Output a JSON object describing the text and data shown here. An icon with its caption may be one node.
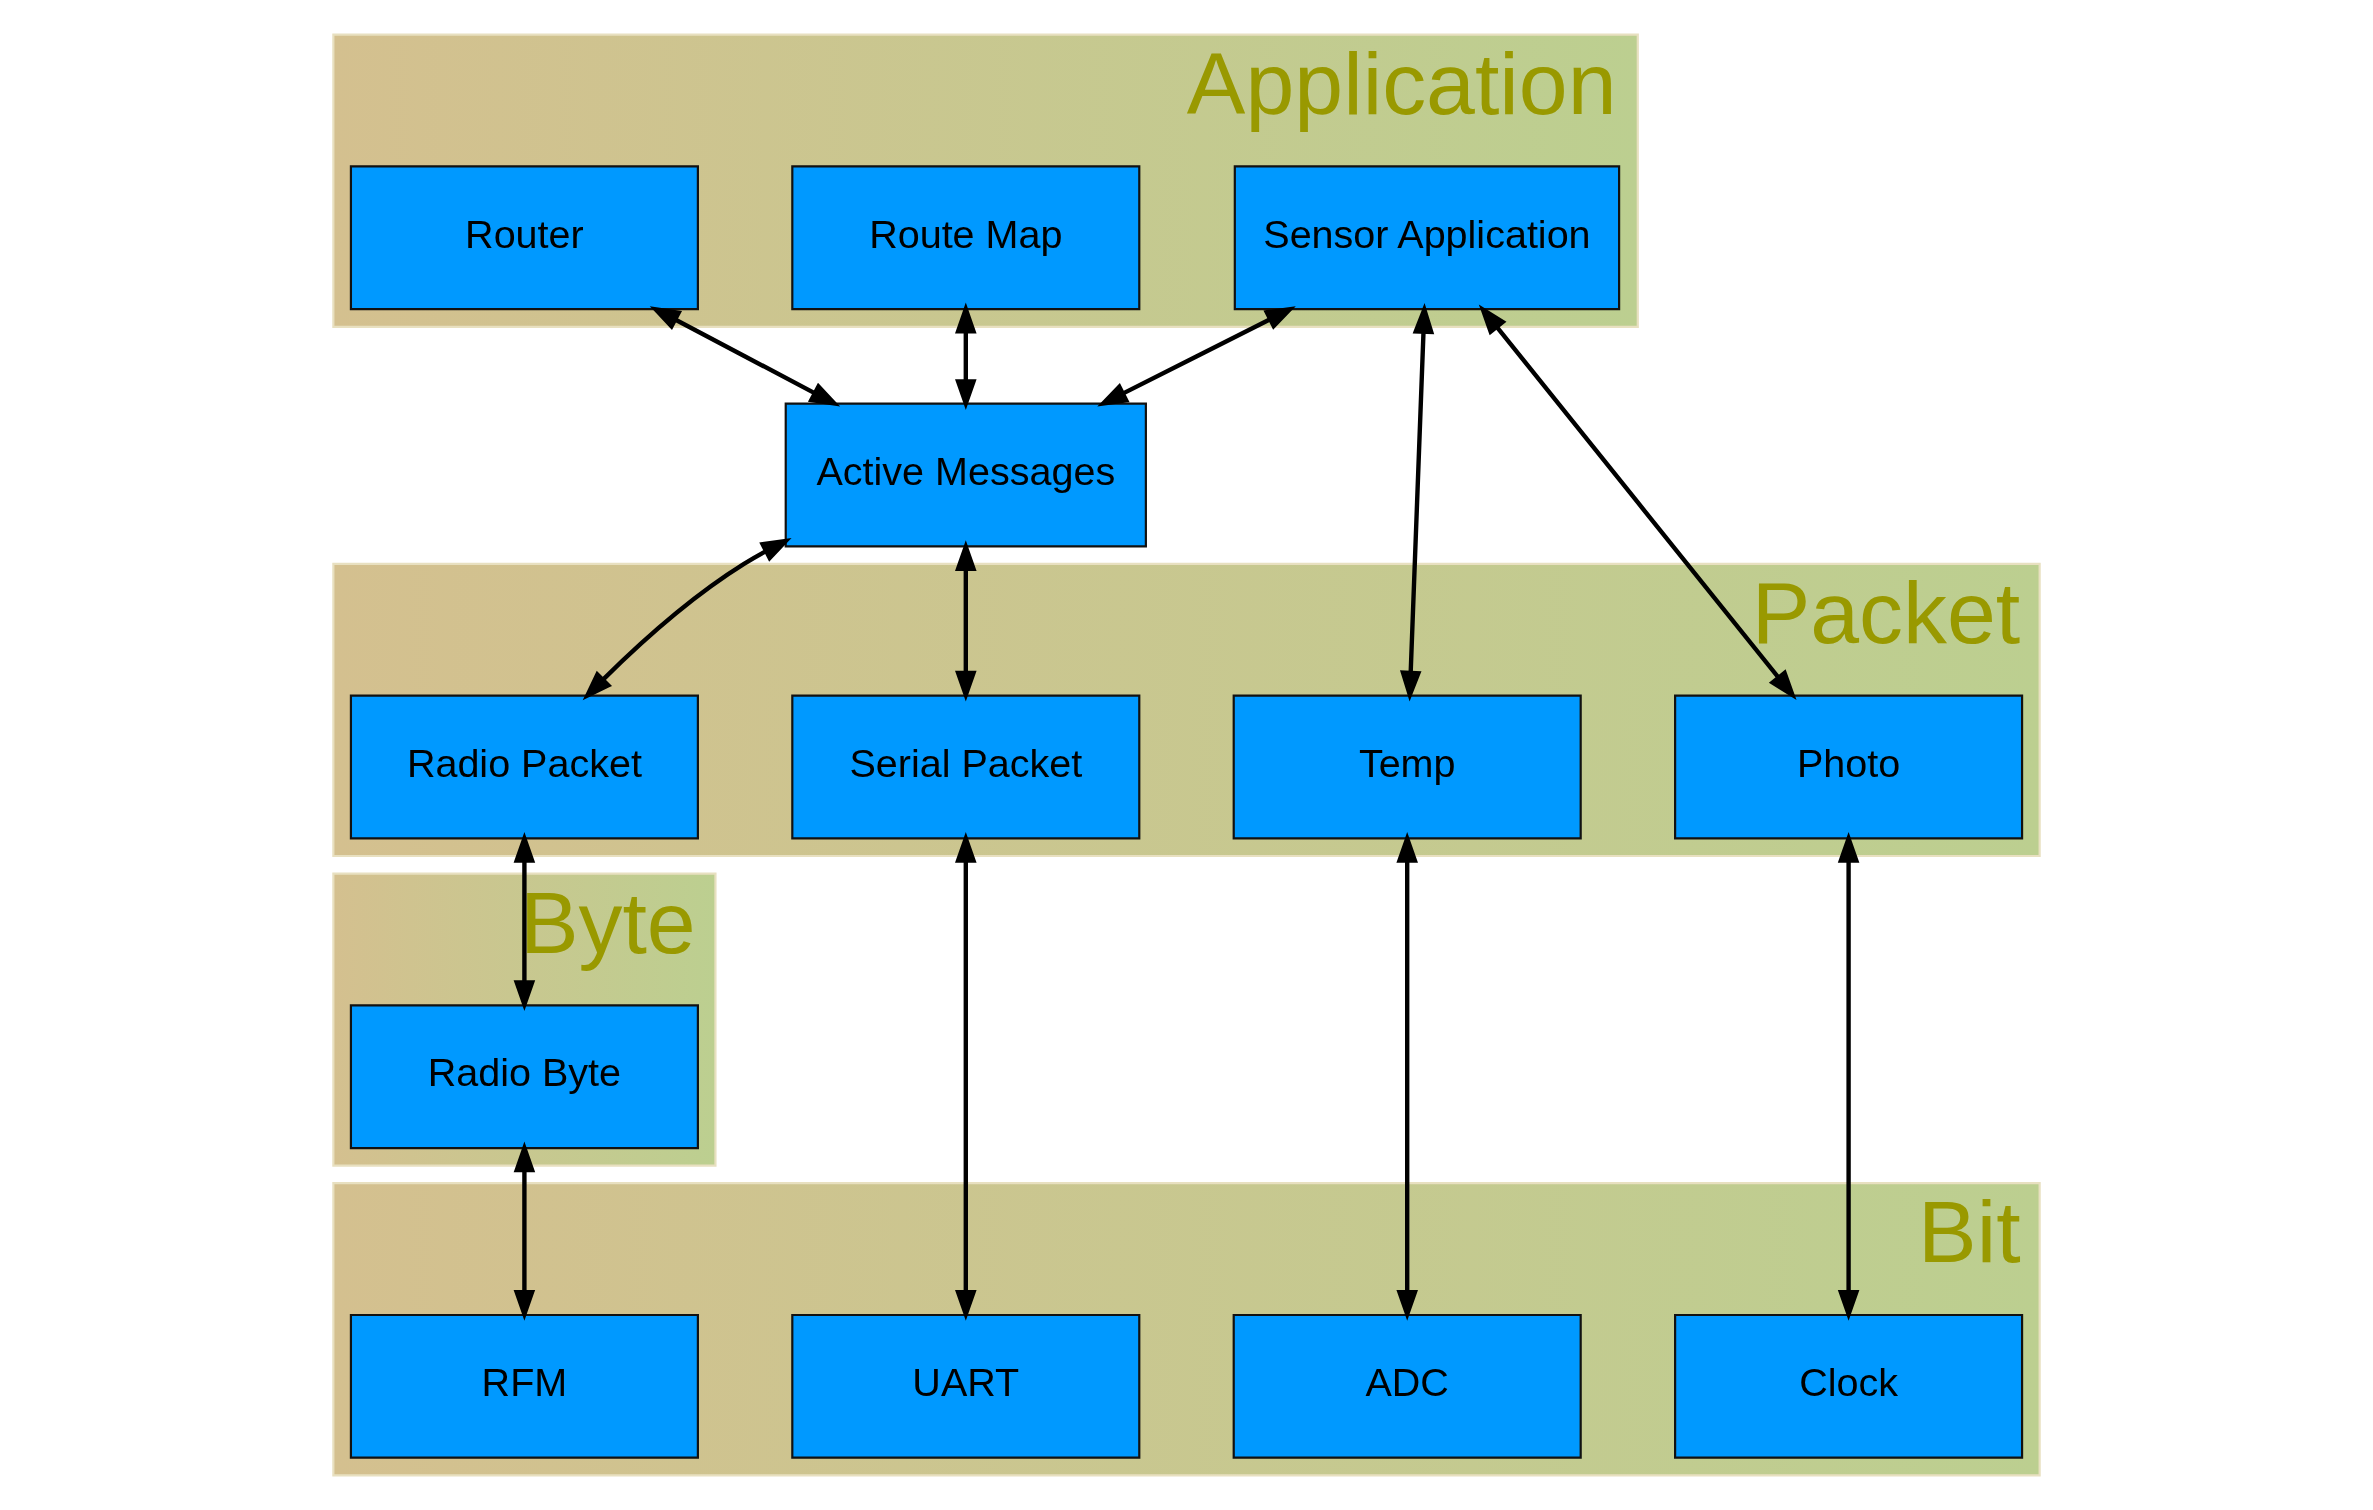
{
  "diagram": {
    "nodes": [
      {
        "text": [
          "Application"
        ]
      },
      {
        "text": [
          "Route Map"
        ],
        "in": 0
      },
      {
        "text": [
          "Router"
        ],
        "in": 0
      },
      {
        "text": [
          "Sensor Application"
        ],
        "in": 0
      },
      {
        "text": [
          "Active Messages"
        ]
      },
      {
        "text": [
          "Packet"
        ]
      },
      {
        "text": [
          "Radio Packet"
        ],
        "in": 5
      },
      {
        "text": [
          "Serial Packet"
        ],
        "in": 5
      },
      {
        "text": [
          "Temp"
        ],
        "in": 5
      },
      {
        "text": [
          "Photo"
        ],
        "in": 5
      },
      {
        "text": [
          "Byte"
        ]
      },
      {
        "text": [
          "Radio Byte"
        ],
        "in": 10
      },
      {
        "text": [
          "Bit"
        ]
      },
      {
        "text": [
          "RFM"
        ],
        "in": 12
      },
      {
        "text": [
          "UART"
        ],
        "in": 12
      },
      {
        "text": [
          "ADC"
        ],
        "in": 12
      },
      {
        "text": [
          "Clock"
        ],
        "in": 12
      }
    ],
    "edges": [
      {
        "from": 1,
        "to": 4,
        "arrow": "both"
      },
      {
        "from": 2,
        "to": 4,
        "arrow": "both"
      },
      {
        "from": 3,
        "to": 4,
        "arrow": "both"
      },
      {
        "from": 3,
        "to": 8,
        "arrow": "both"
      },
      {
        "from": 3,
        "to": 9,
        "arrow": "both"
      },
      {
        "from": 4,
        "to": 6,
        "arrow": "both"
      },
      {
        "from": 4,
        "to": 7,
        "arrow": "both"
      },
      {
        "from": 6,
        "to": 11,
        "arrow": "both"
      },
      {
        "from": 11,
        "to": 13,
        "arrow": "both"
      },
      {
        "from": 7,
        "to": 14,
        "arrow": "both"
      },
      {
        "from": 8,
        "to": 15,
        "arrow": "both"
      },
      {
        "from": 9,
        "to": 16,
        "arrow": "both"
      }
    ]
  }
}
